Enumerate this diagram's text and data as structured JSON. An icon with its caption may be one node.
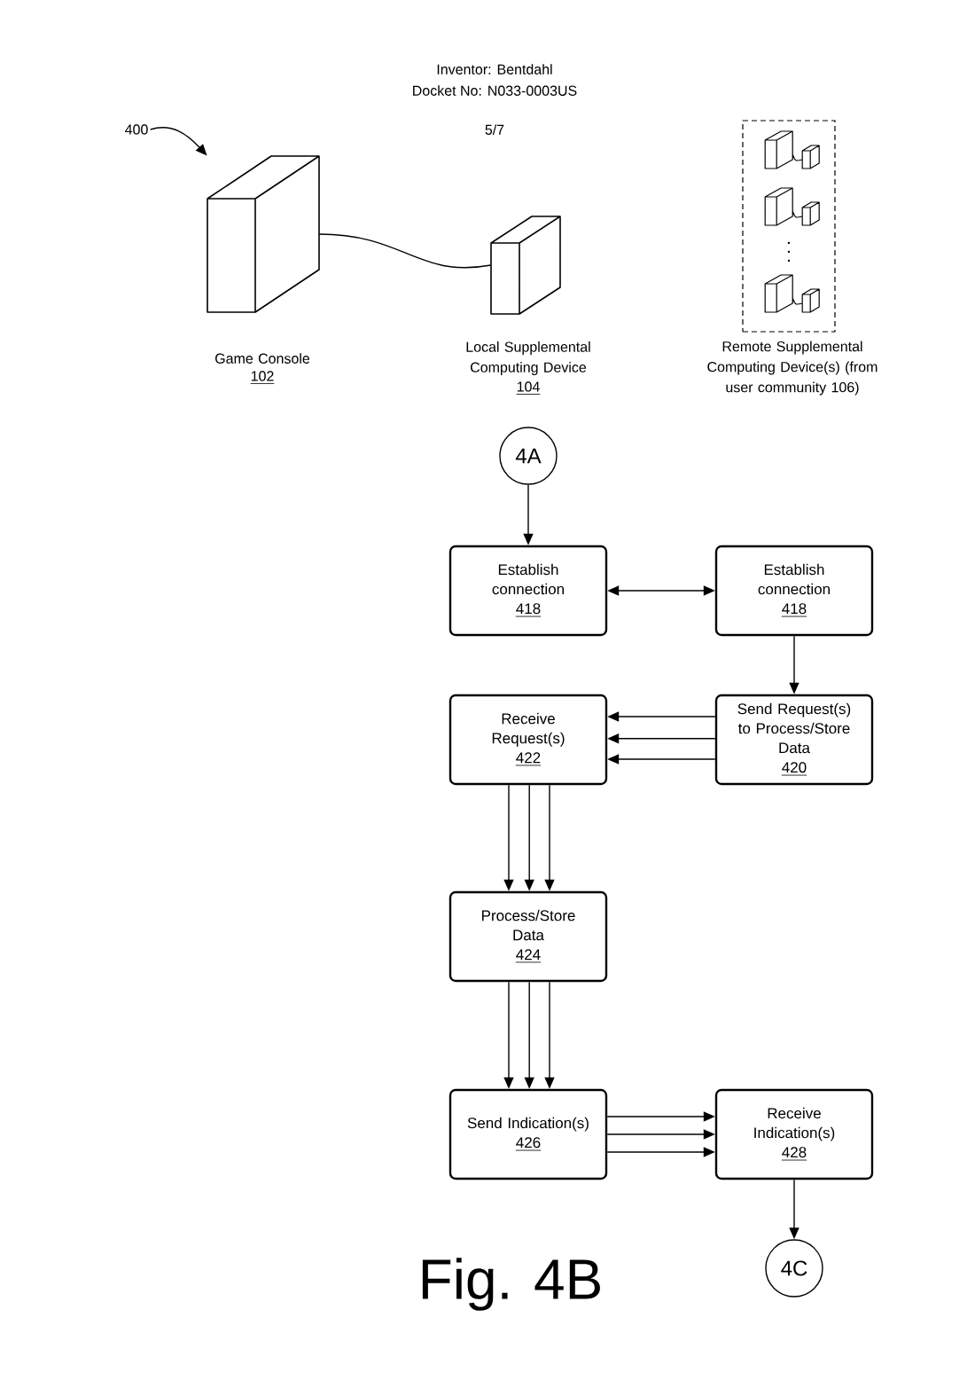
{
  "diagram": {
    "caption": "Fig. 4B",
    "nodes": [
      {
        "text": [
          "400"
        ]
      },
      {
        "text": [],
        "shape": "picture",
        "beside": [
          "Game Console",
          "102"
        ]
      },
      {
        "text": [],
        "shape": "picture",
        "beside": [
          "Local Supplemental Computing Device",
          "104"
        ]
      },
      {
        "text": [],
        "shape": "box",
        "beside": [
          "Remote Supplemental Computing Device(s) (from user community 106)"
        ]
      },
      {
        "text": [
          "4A"
        ]
      },
      {
        "text": [
          "Establish connection",
          "418"
        ]
      },
      {
        "text": [
          "Establish connection",
          "418"
        ]
      },
      {
        "text": [
          "Receive Request(s)",
          "422"
        ]
      },
      {
        "text": [
          "Send Request(s) to Process/Store Data",
          "420"
        ]
      },
      {
        "text": [
          "Process/Store Data",
          "424"
        ]
      },
      {
        "text": [
          "Send Indication(s)",
          "426"
        ]
      },
      {
        "text": [
          "Receive Indication(s)",
          "428"
        ]
      },
      {
        "text": [
          "4C"
        ]
      }
    ],
    "edges": [
      {
        "from": 0,
        "to": 1,
        "arrow": "to"
      },
      {
        "from": 1,
        "to": 2,
        "arrow": "none"
      },
      {
        "from": 4,
        "to": 5,
        "arrow": "to"
      },
      {
        "from": 5,
        "to": 6,
        "arrow": "both"
      },
      {
        "from": 6,
        "to": 8,
        "arrow": "to"
      },
      {
        "from": 8,
        "to": 7,
        "arrow": "to"
      },
      {
        "from": 8,
        "to": 7,
        "arrow": "to"
      },
      {
        "from": 8,
        "to": 7,
        "arrow": "to"
      },
      {
        "from": 7,
        "to": 9,
        "arrow": "to"
      },
      {
        "from": 7,
        "to": 9,
        "arrow": "to"
      },
      {
        "from": 7,
        "to": 9,
        "arrow": "to"
      },
      {
        "from": 9,
        "to": 10,
        "arrow": "to"
      },
      {
        "from": 9,
        "to": 10,
        "arrow": "to"
      },
      {
        "from": 9,
        "to": 10,
        "arrow": "to"
      },
      {
        "from": 10,
        "to": 11,
        "arrow": "to"
      },
      {
        "from": 10,
        "to": 11,
        "arrow": "to"
      },
      {
        "from": 10,
        "to": 11,
        "arrow": "to"
      },
      {
        "from": 11,
        "to": 12,
        "arrow": "to"
      }
    ],
    "labels": [
      "Inventor: Bentdahl",
      "Docket No: N033-0003US",
      "5/7"
    ]
  }
}
